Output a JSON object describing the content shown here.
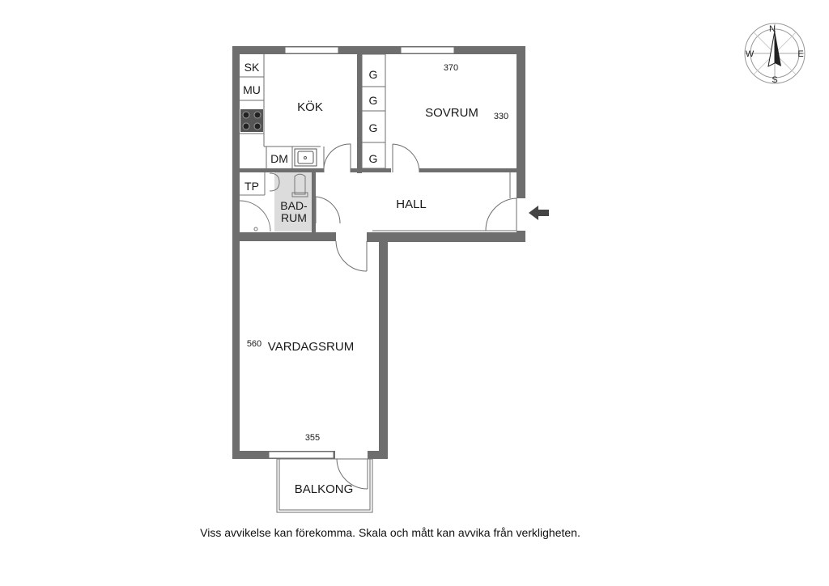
{
  "rooms": {
    "kitchen": "KÖK",
    "bedroom": "SOVRUM",
    "hall": "HALL",
    "bathroom_line1": "BAD-",
    "bathroom_line2": "RUM",
    "living_room": "VARDAGSRUM",
    "balcony": "BALKONG"
  },
  "fixtures": {
    "sk": "SK",
    "mu": "MU",
    "dm": "DM",
    "tp": "TP",
    "wardrobe": "G"
  },
  "dimensions": {
    "bedroom_width": "370",
    "bedroom_depth": "330",
    "living_depth": "560",
    "living_width": "355"
  },
  "compass": {
    "north": "N",
    "south": "S",
    "east": "E",
    "west": "W"
  },
  "colors": {
    "wall": "#6e6e6e",
    "bathroom_floor": "#dcdcdc",
    "ink": "#1a1a1a"
  },
  "disclaimer": "Viss avvikelse kan förekomma. Skala och mått kan avvika från verkligheten."
}
